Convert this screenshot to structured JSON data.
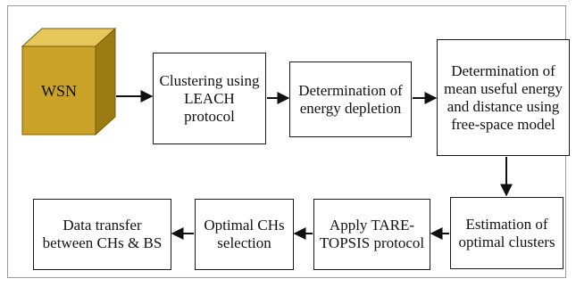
{
  "diagram": {
    "type": "flowchart",
    "source_node": "WSN",
    "steps": [
      "Clustering using\nLEACH\nprotocol",
      "Determination of\nenergy depletion",
      "Determination of\nmean useful energy\nand distance using\nfree-space model",
      "Estimation of\noptimal clusters",
      "Apply TARE-\nTOPSIS protocol",
      "Optimal CHs\nselection",
      "Data transfer\nbetween CHs & BS"
    ],
    "colors": {
      "cube_front": "#c9a227",
      "cube_top": "#e6c85a",
      "cube_side": "#9c7a12",
      "border": "#1a1a1a"
    }
  }
}
